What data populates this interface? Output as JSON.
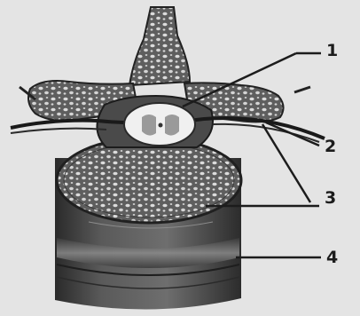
{
  "figure": {
    "labels": [
      "1",
      "2",
      "3",
      "4"
    ]
  },
  "colors": {
    "paper": "#e4e4e4",
    "ink": "#1c1c1c",
    "bone": "#6a6a6a",
    "cord": "#f0f0f0"
  }
}
